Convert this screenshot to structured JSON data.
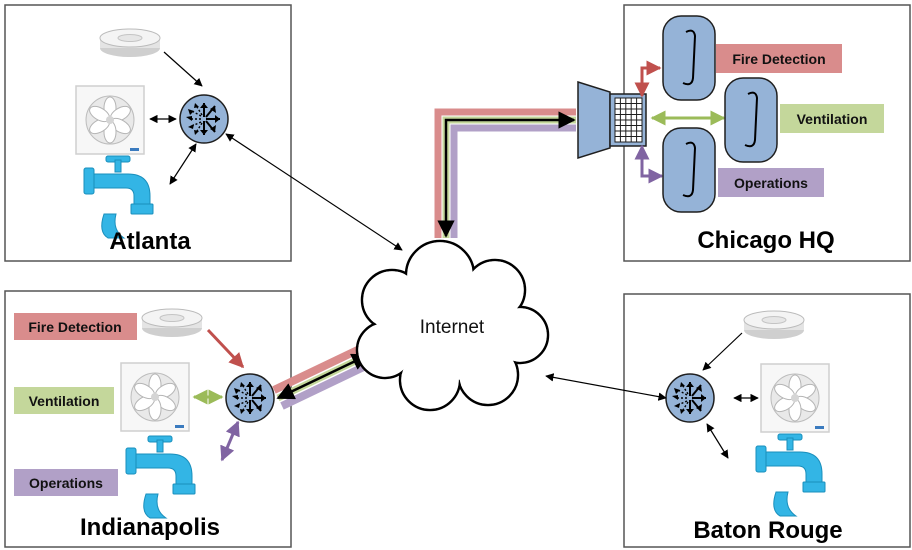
{
  "sites": {
    "atlanta": {
      "name": "Atlanta"
    },
    "chicago": {
      "name": "Chicago HQ"
    },
    "indianapolis": {
      "name": "Indianapolis"
    },
    "baton_rouge": {
      "name": "Baton Rouge"
    }
  },
  "network": {
    "cloud_label": "Internet"
  },
  "systems": {
    "fire_detection": {
      "label": "Fire Detection",
      "color": "#d98c8c",
      "arrow_color": "#c0504d"
    },
    "ventilation": {
      "label": "Ventilation",
      "color": "#c4d79b",
      "arrow_color": "#9bbb59"
    },
    "operations": {
      "label": "Operations",
      "color": "#b1a0c7",
      "arrow_color": "#8064a2"
    }
  },
  "colors": {
    "router_fill": "#95b3d7",
    "device_fill": "#95b3d7",
    "faucet_fill": "#33b5e5",
    "frame_border": "#555555"
  },
  "icons": [
    "smoke-detector-icon",
    "exhaust-fan-icon",
    "water-faucet-icon",
    "router-icon",
    "server-icon",
    "firewall-icon",
    "cloud-icon"
  ]
}
